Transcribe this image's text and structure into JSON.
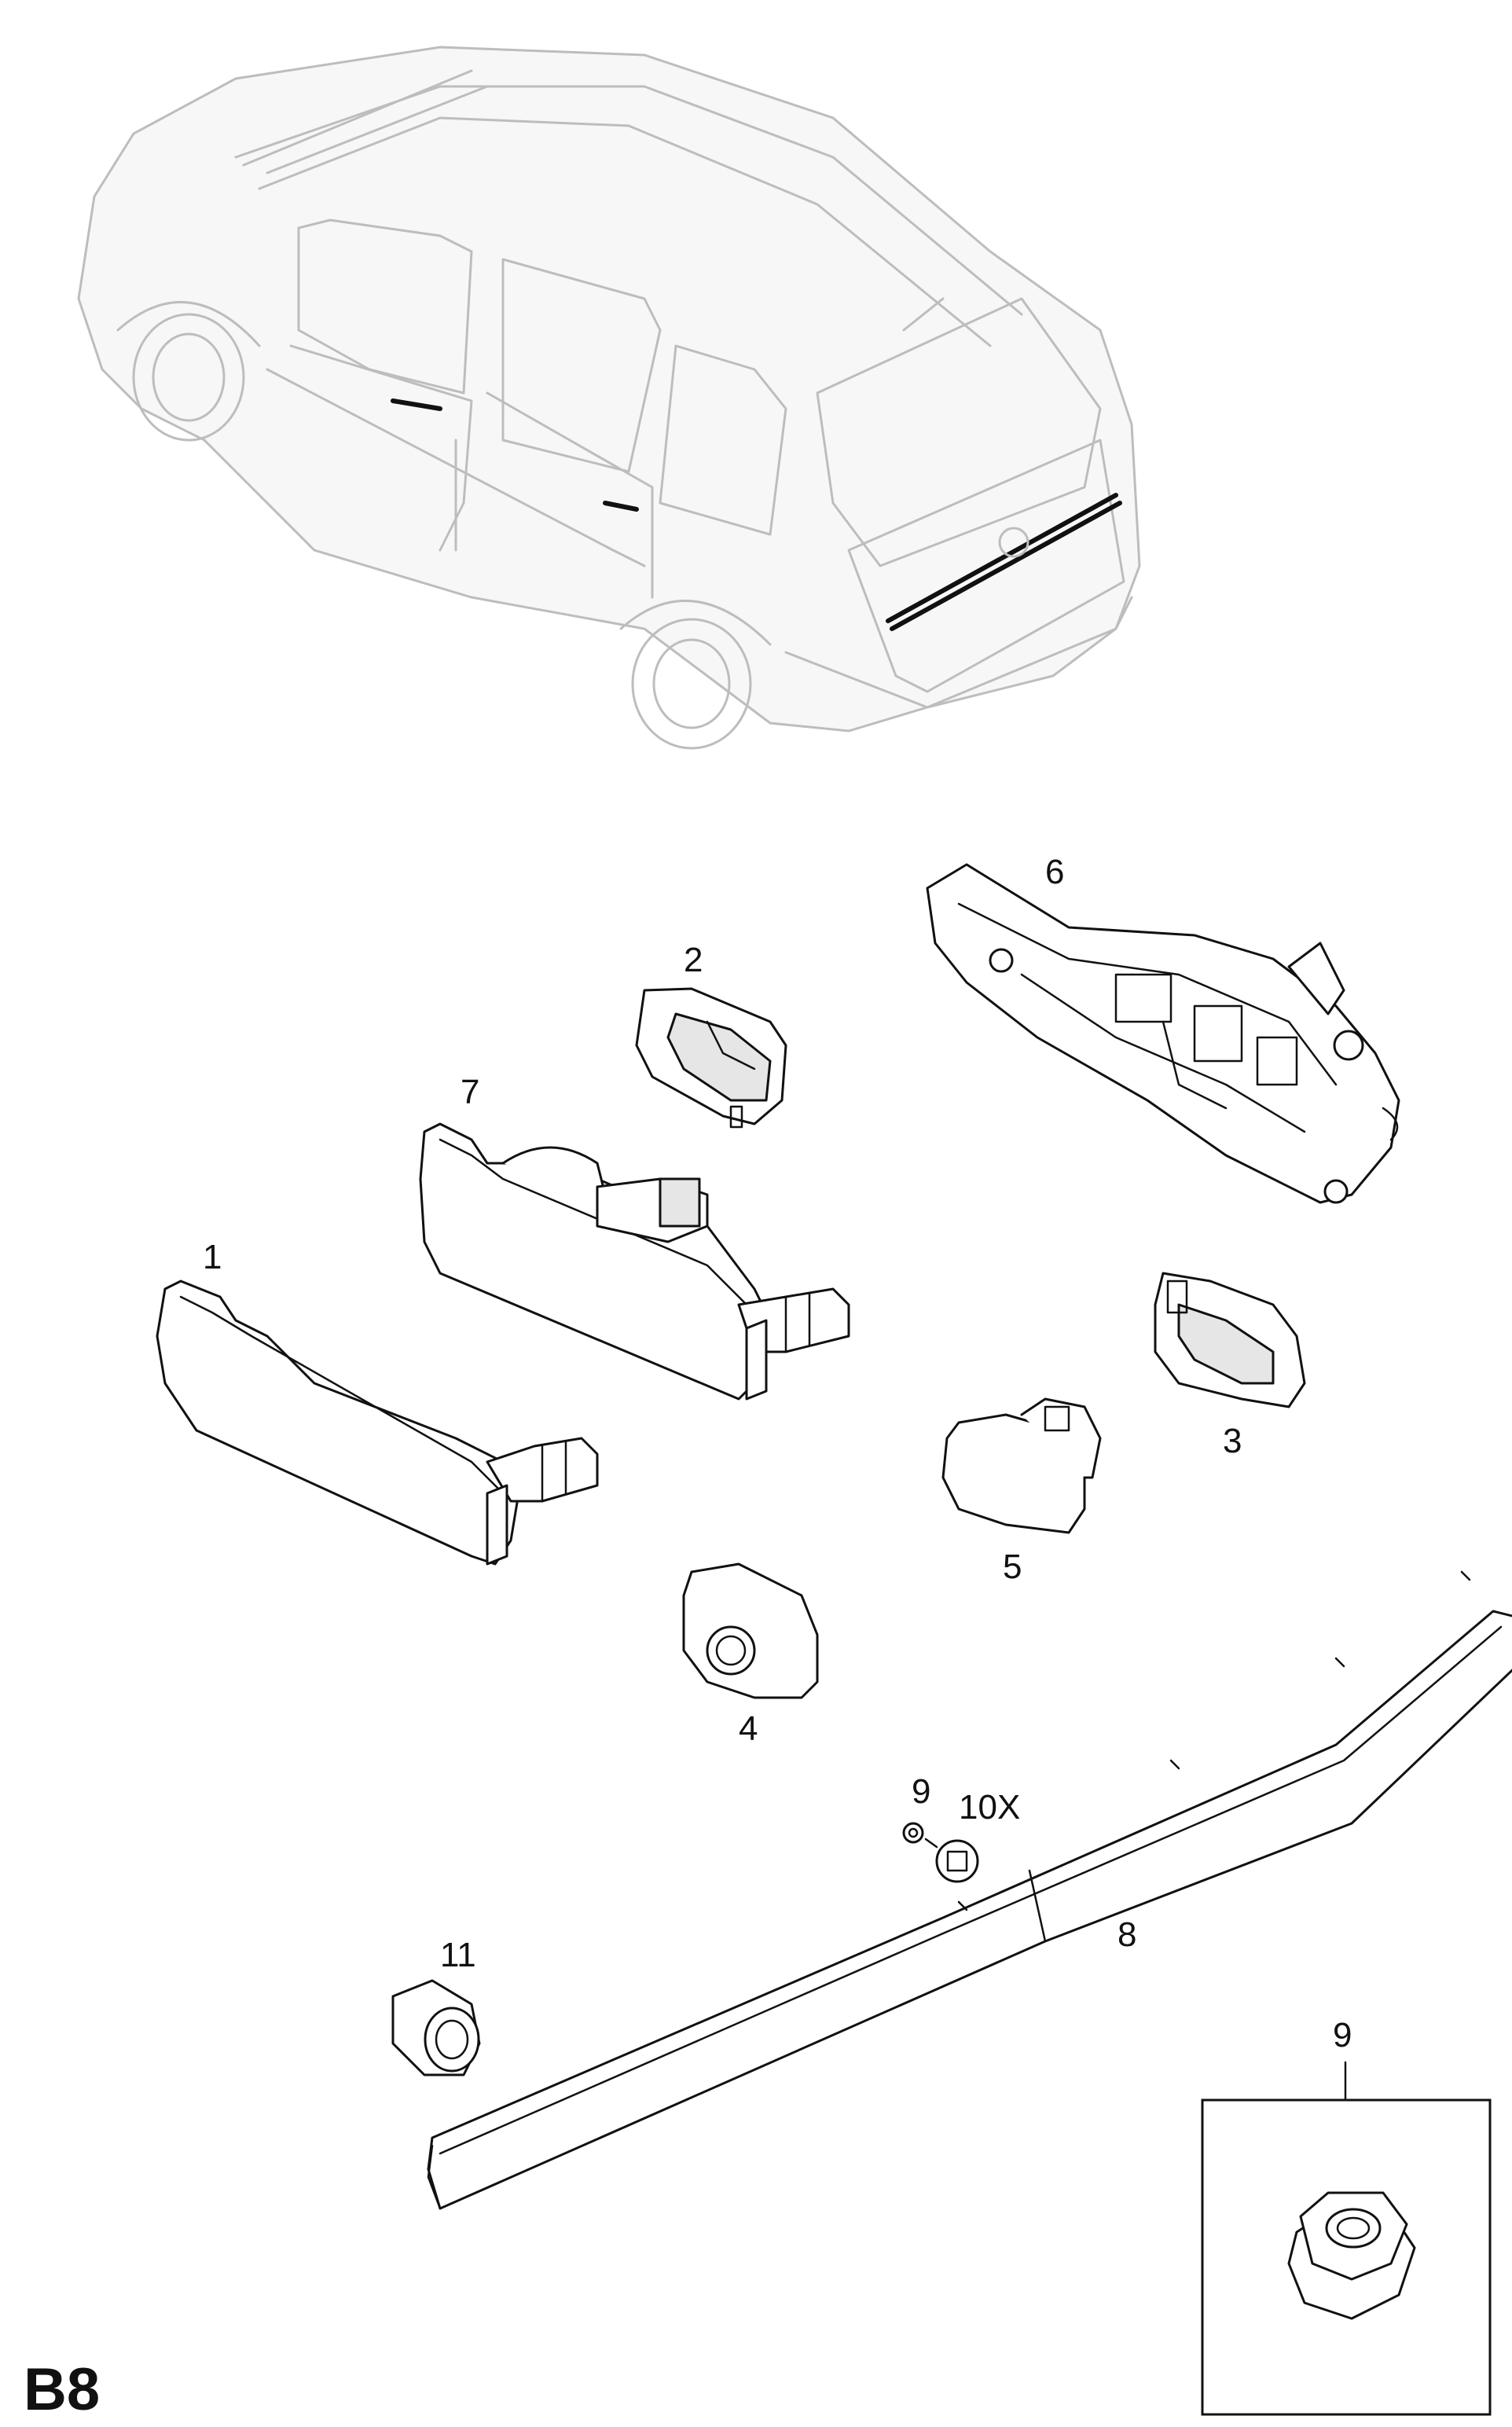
{
  "diagram": {
    "page_code": "B8",
    "callouts": {
      "c1": "1",
      "c2": "2",
      "c3": "3",
      "c4": "4",
      "c5": "5",
      "c6": "6",
      "c7": "7",
      "c8": "8",
      "c9": "9",
      "c10x": "10X",
      "c11": "11",
      "c9_detail": "9"
    }
  }
}
